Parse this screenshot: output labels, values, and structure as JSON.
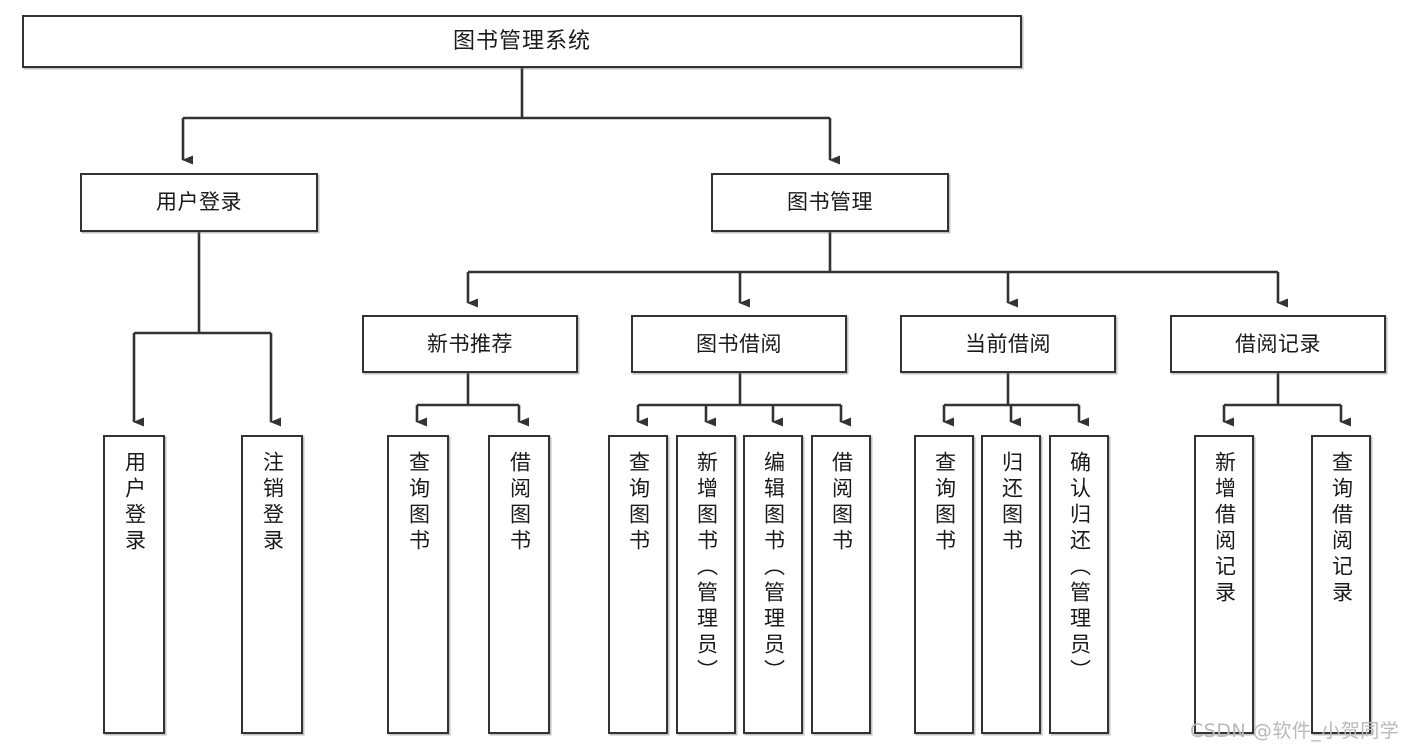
{
  "diagram": {
    "title": "图书管理系统",
    "type": "hierarchy-tree",
    "watermark": "CSDN @软件_小贺同学",
    "colors": {
      "box_border": "#333333",
      "box_fill": "#ffffff",
      "connector": "#333333",
      "text": "#1a1a1a",
      "watermark": "#b9b9b9",
      "background": "#ffffff"
    },
    "nodes": {
      "root": {
        "label": "图书管理系统",
        "level": 0,
        "orientation": "horizontal"
      },
      "level1": [
        {
          "id": "user-login",
          "label": "用户登录",
          "orientation": "horizontal"
        },
        {
          "id": "book-management",
          "label": "图书管理",
          "orientation": "horizontal"
        }
      ],
      "level2": [
        {
          "id": "new-book-recommend",
          "label": "新书推荐",
          "orientation": "horizontal",
          "parent": "book-management"
        },
        {
          "id": "book-borrow",
          "label": "图书借阅",
          "orientation": "horizontal",
          "parent": "book-management"
        },
        {
          "id": "current-borrow",
          "label": "当前借阅",
          "orientation": "horizontal",
          "parent": "book-management"
        },
        {
          "id": "borrow-record",
          "label": "借阅记录",
          "orientation": "horizontal",
          "parent": "book-management"
        }
      ],
      "leaves": {
        "user-login": [
          {
            "id": "leaf-user-login",
            "label": "用户登录"
          },
          {
            "id": "leaf-user-logout",
            "label": "注销登录"
          }
        ],
        "new-book-recommend": [
          {
            "id": "leaf-query-book-1",
            "label": "查询图书"
          },
          {
            "id": "leaf-borrow-book-1",
            "label": "借阅图书"
          }
        ],
        "book-borrow": [
          {
            "id": "leaf-query-book-2",
            "label": "查询图书"
          },
          {
            "id": "leaf-add-book",
            "label": "新增图书（管理员）"
          },
          {
            "id": "leaf-edit-book",
            "label": "编辑图书（管理员）"
          },
          {
            "id": "leaf-borrow-book-2",
            "label": "借阅图书"
          }
        ],
        "current-borrow": [
          {
            "id": "leaf-query-book-3",
            "label": "查询图书"
          },
          {
            "id": "leaf-return-book",
            "label": "归还图书"
          },
          {
            "id": "leaf-confirm-return",
            "label": "确认归还（管理员）"
          }
        ],
        "borrow-record": [
          {
            "id": "leaf-add-record",
            "label": "新增借阅记录"
          },
          {
            "id": "leaf-query-record",
            "label": "查询借阅记录"
          }
        ]
      }
    }
  }
}
